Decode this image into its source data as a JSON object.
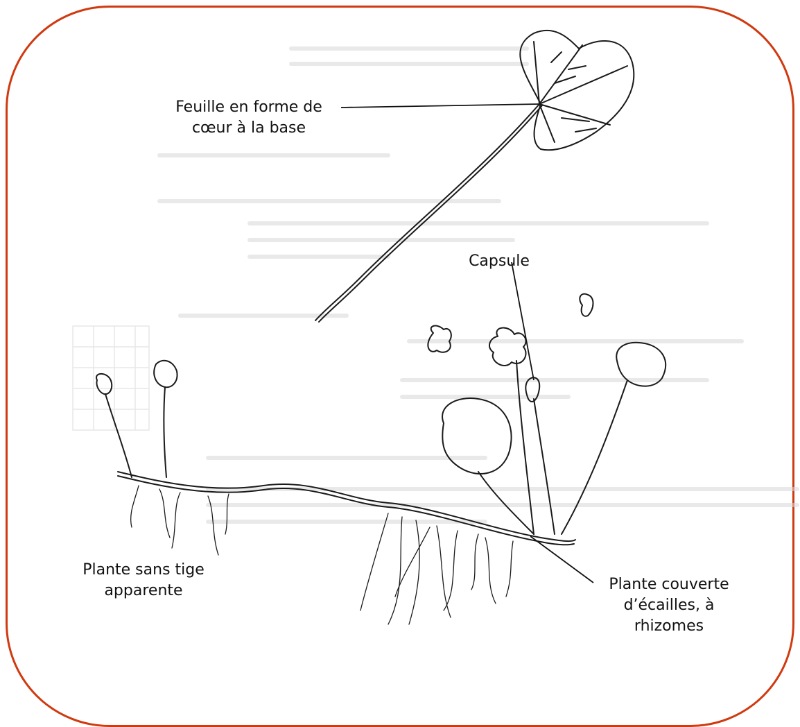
{
  "figure": {
    "frame_color": "#d03a10",
    "labels": {
      "leaf": {
        "line1": "Feuille en forme de",
        "line2": "cœur à la base"
      },
      "capsule": {
        "line1": "Capsule"
      },
      "stemless": {
        "line1": "Plante sans tige",
        "line2": "apparente"
      },
      "rhizome": {
        "line1": "Plante couverte",
        "line2": "d’écailles, à",
        "line3": "rhizomes"
      }
    }
  }
}
